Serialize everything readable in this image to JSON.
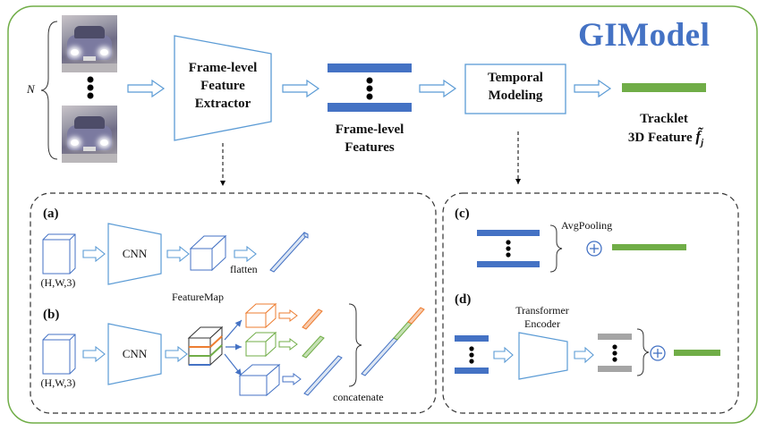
{
  "title": "GIModel",
  "input": {
    "n_label": "N"
  },
  "top": {
    "extractor_line1": "Frame-level",
    "extractor_line2": "Feature",
    "extractor_line3": "Extractor",
    "features_line1": "Frame-level",
    "features_line2": "Features",
    "temporal_line1": "Temporal",
    "temporal_line2": "Modeling",
    "tracklet_line1": "Tracklet",
    "tracklet_line2": "3D Feature",
    "tracklet_symbol": "f̃",
    "tracklet_subscript": "j"
  },
  "panel_a": {
    "tag": "(a)",
    "cnn": "CNN",
    "input_dims": "(H,W,3)",
    "flatten": "flatten"
  },
  "panel_b": {
    "tag": "(b)",
    "cnn": "CNN",
    "input_dims": "(H,W,3)",
    "featuremap": "FeatureMap",
    "concatenate": "concatenate"
  },
  "panel_c": {
    "tag": "(c)",
    "pool": "AvgPooling"
  },
  "panel_d": {
    "tag": "(d)",
    "encoder_line1": "Transformer",
    "encoder_line2": "Encoder"
  },
  "colors": {
    "frame_border": "#70ad47",
    "accent_blue": "#4472c4",
    "vector_green": "#70ad47",
    "arrow_blue": "#5b9bd5",
    "orange": "#ed7d31",
    "gray": "#a5a5a5"
  }
}
